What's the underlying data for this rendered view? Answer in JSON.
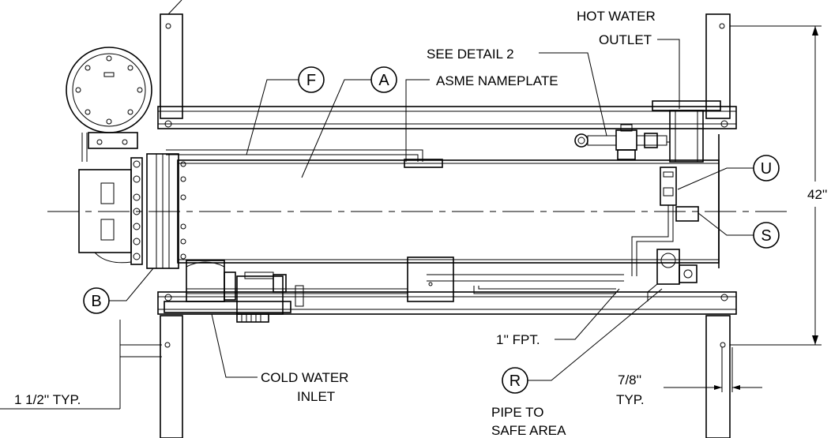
{
  "labels": {
    "hot_water_outlet_1": "HOT WATER",
    "hot_water_outlet_2": "OUTLET",
    "see_detail": "SEE DETAIL 2",
    "asme_nameplate": "ASME NAMEPLATE",
    "fpt": "1'' FPT.",
    "cold_water_1": "COLD WATER",
    "cold_water_2": "INLET",
    "pipe_safe_1": "PIPE TO",
    "pipe_safe_2": "SAFE AREA",
    "typ_1_5": "1 1/2'' TYP.",
    "typ_7_8_a": "7/8''",
    "typ_7_8_b": "TYP.",
    "height_dim": "42''"
  },
  "balloons": {
    "F": "F",
    "A": "A",
    "U": "U",
    "S": "S",
    "B": "B",
    "R": "R"
  }
}
